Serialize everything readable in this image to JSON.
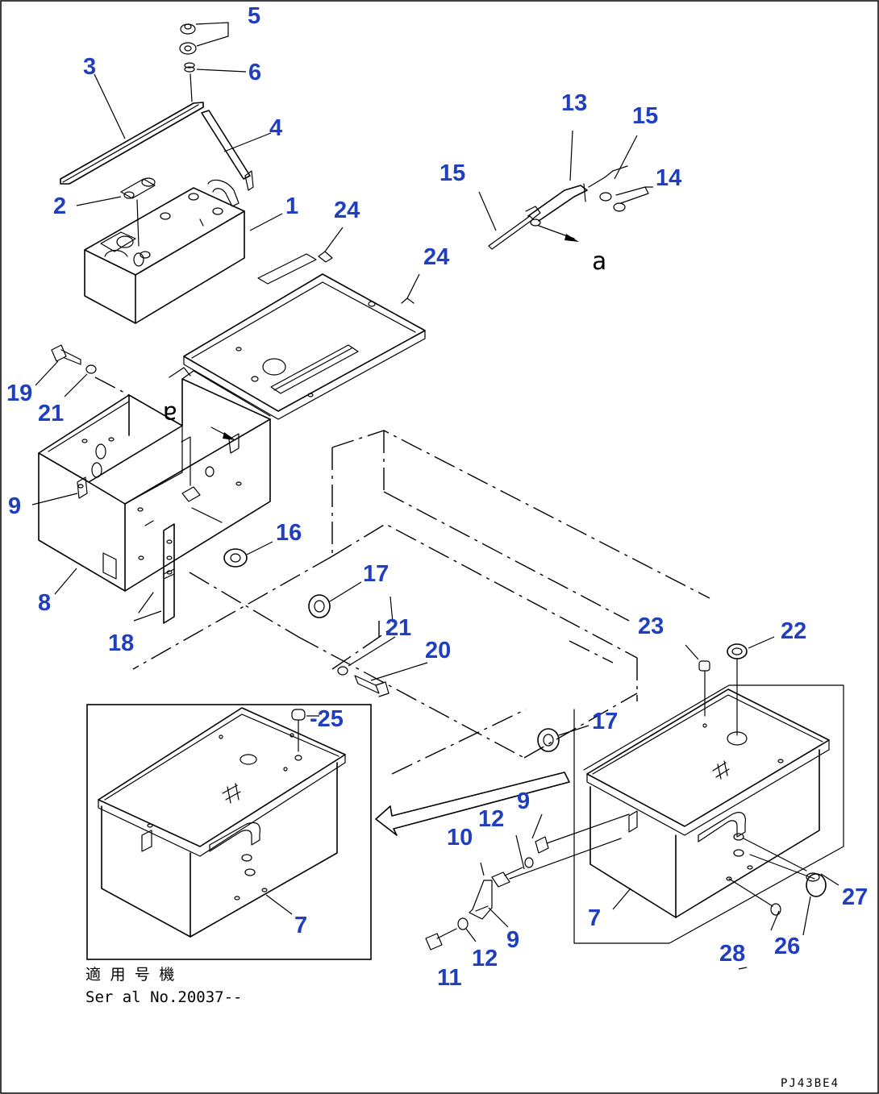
{
  "diagram": {
    "callouts": [
      {
        "id": "c5",
        "label": "5"
      },
      {
        "id": "c3",
        "label": "3"
      },
      {
        "id": "c6",
        "label": "6"
      },
      {
        "id": "c4",
        "label": "4"
      },
      {
        "id": "c2",
        "label": "2"
      },
      {
        "id": "c1",
        "label": "1"
      },
      {
        "id": "c13",
        "label": "13"
      },
      {
        "id": "c15a",
        "label": "15"
      },
      {
        "id": "c15b",
        "label": "15"
      },
      {
        "id": "c14",
        "label": "14"
      },
      {
        "id": "c24a",
        "label": "24"
      },
      {
        "id": "c24b",
        "label": "24"
      },
      {
        "id": "c19",
        "label": "19"
      },
      {
        "id": "c21a",
        "label": "21"
      },
      {
        "id": "c9a",
        "label": "9"
      },
      {
        "id": "c16",
        "label": "16"
      },
      {
        "id": "c8",
        "label": "8"
      },
      {
        "id": "c17a",
        "label": "17"
      },
      {
        "id": "c18",
        "label": "18"
      },
      {
        "id": "c21b",
        "label": "21"
      },
      {
        "id": "c20",
        "label": "20"
      },
      {
        "id": "c23",
        "label": "23"
      },
      {
        "id": "c22",
        "label": "22"
      },
      {
        "id": "c25",
        "label": "-25"
      },
      {
        "id": "c17b",
        "label": "17"
      },
      {
        "id": "c9b",
        "label": "9"
      },
      {
        "id": "c12a",
        "label": "12"
      },
      {
        "id": "c10",
        "label": "10"
      },
      {
        "id": "c7a",
        "label": "7"
      },
      {
        "id": "c7b",
        "label": "7"
      },
      {
        "id": "c27",
        "label": "27"
      },
      {
        "id": "c9c",
        "label": "9"
      },
      {
        "id": "c12b",
        "label": "12"
      },
      {
        "id": "c11",
        "label": "11"
      },
      {
        "id": "c28",
        "label": "28"
      },
      {
        "id": "c26",
        "label": "26"
      }
    ],
    "view_refs": {
      "ref_top": "a",
      "ref_box": "a"
    },
    "inset_note_line1": "適 用 号 機",
    "inset_note_line2": "Ser al No.20037--",
    "drawing_code": "PJ43BE4"
  },
  "colors": {
    "callout": "#1f3fbf",
    "line": "#000000",
    "background": "#ffffff"
  }
}
